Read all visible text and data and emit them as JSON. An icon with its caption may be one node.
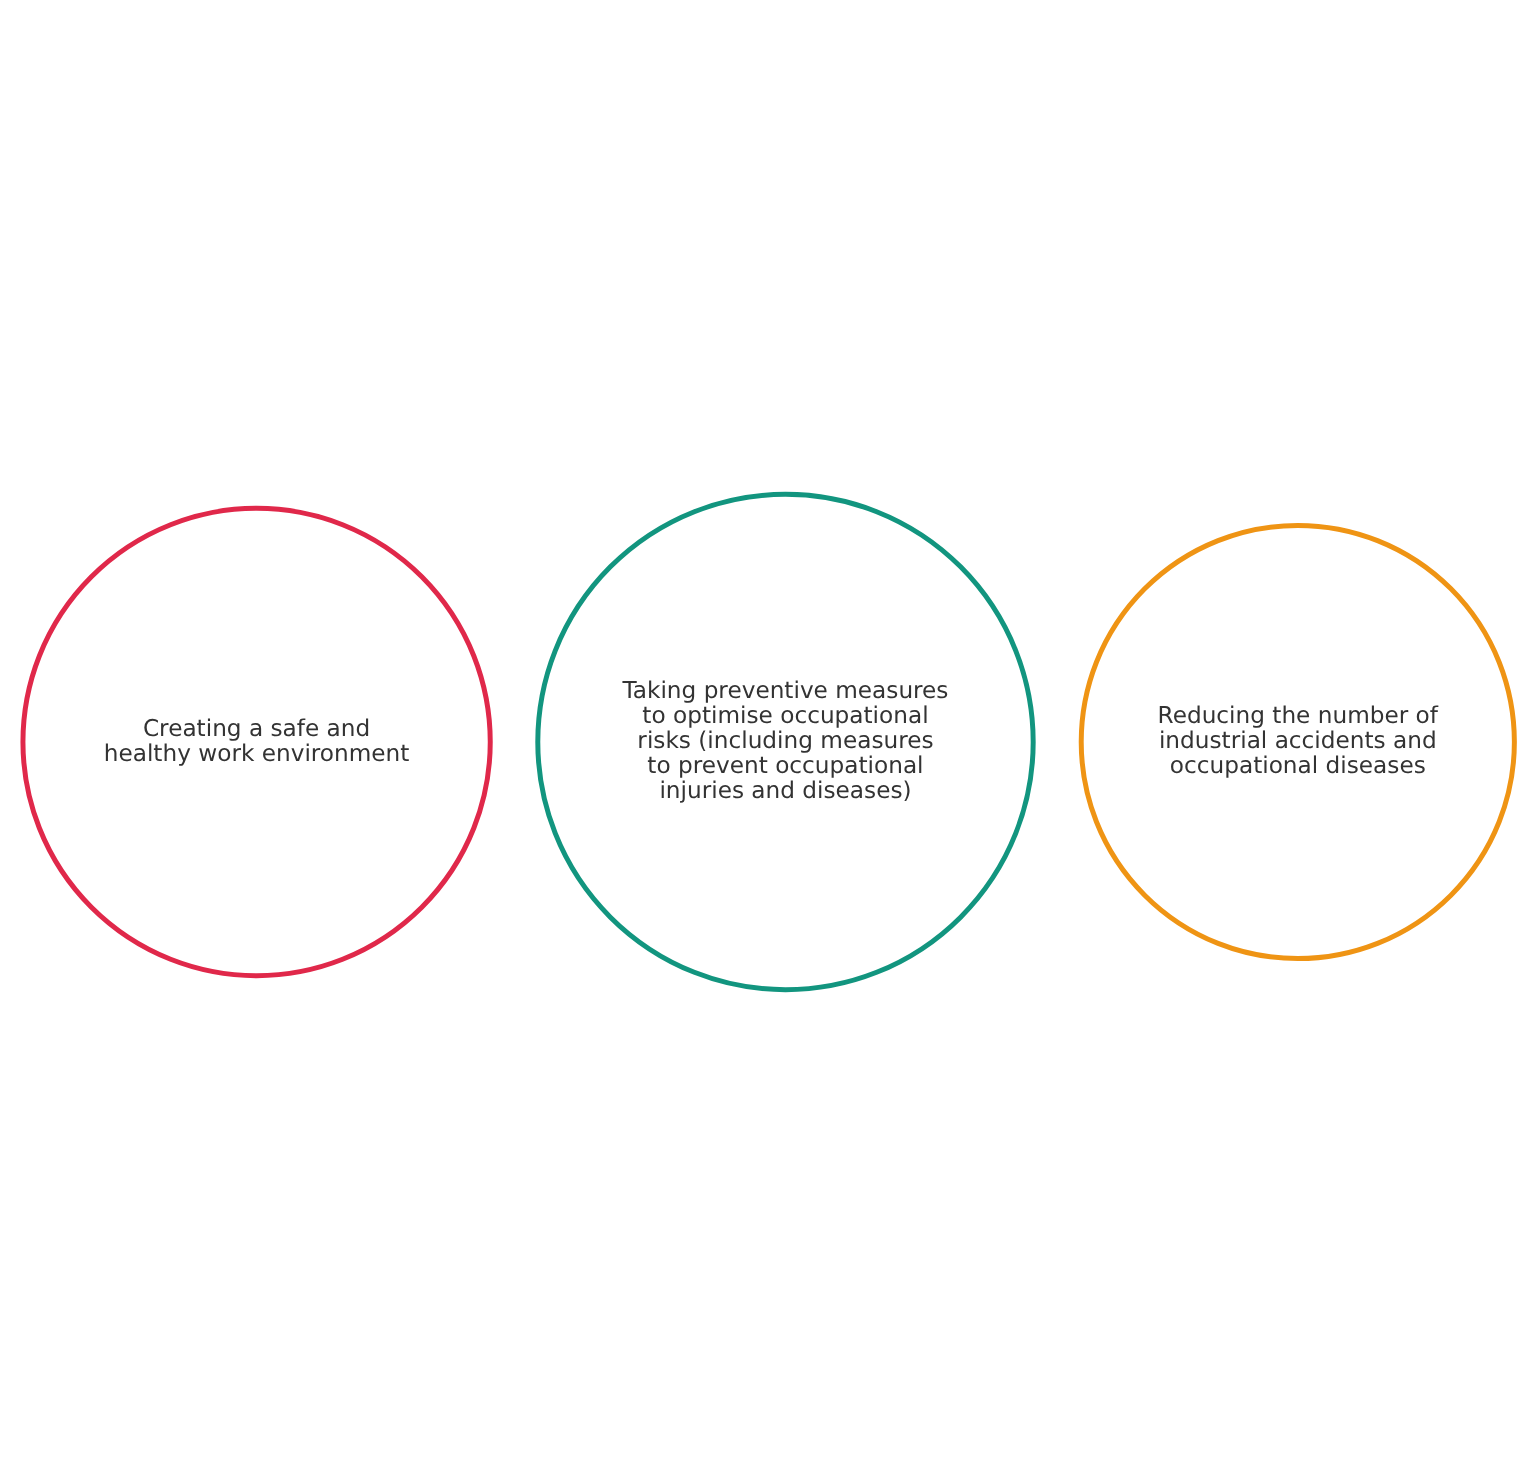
{
  "diagram": {
    "nodes": [
      {
        "text": [
          "Creating a safe and healthy work environment"
        ]
      },
      {
        "text": [
          "Taking preventive measures to optimise occupational risks (including measures to prevent occupational injuries and diseases)"
        ]
      },
      {
        "text": [
          "Reducing the number of industrial accidents and occupational diseases"
        ]
      }
    ]
  }
}
